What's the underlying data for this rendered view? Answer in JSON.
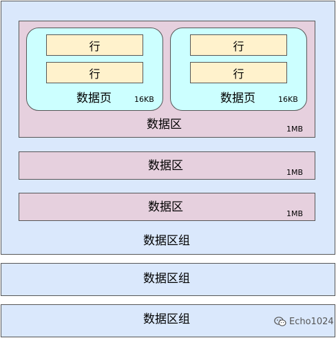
{
  "extent_group": {
    "label": "数据区组",
    "extents": [
      {
        "label": "数据区",
        "size": "1MB",
        "pages": [
          {
            "label": "数据页",
            "size": "16KB",
            "rows": [
              "行",
              "行"
            ]
          },
          {
            "label": "数据页",
            "size": "16KB",
            "rows": [
              "行",
              "行"
            ]
          }
        ]
      },
      {
        "label": "数据区",
        "size": "1MB"
      },
      {
        "label": "数据区",
        "size": "1MB"
      }
    ]
  },
  "extra_groups": [
    {
      "label": "数据区组"
    },
    {
      "label": "数据区组"
    }
  ],
  "watermark": {
    "text": "Echo1024",
    "icon": "wechat-icon"
  },
  "colors": {
    "group_fill": "#dae8fc",
    "extent_fill": "#e6d0de",
    "page_fill": "#ccffff",
    "row_fill": "#fff2cc",
    "border": "#555555"
  }
}
